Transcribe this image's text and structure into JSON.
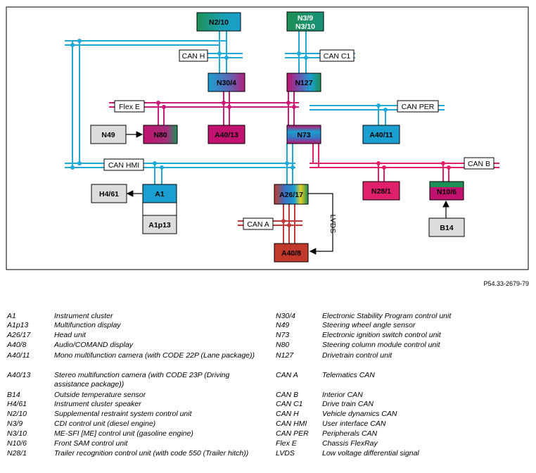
{
  "diagram": {
    "modules": {
      "n2_10": "N2/10",
      "n3_9": "N3/9",
      "n3_10": "N3/10",
      "n30_4": "N30/4",
      "n127": "N127",
      "n49": "N49",
      "n80": "N80",
      "a40_13": "A40/13",
      "n73": "N73",
      "a40_11": "A40/11",
      "h4_61": "H4/61",
      "a1": "A1",
      "a1p13": "A1p13",
      "a26_17": "A26/17",
      "n28_1": "N28/1",
      "n10_6": "N10/6",
      "b14": "B14",
      "a40_8": "A40/8"
    },
    "buses": {
      "can_h": "CAN H",
      "can_c1": "CAN C1",
      "flex_e": "Flex E",
      "can_per": "CAN PER",
      "can_hmi": "CAN HMI",
      "can_b": "CAN B",
      "can_a": "CAN A",
      "lvds": "LVDS"
    },
    "colors": {
      "can_cyan": "#1fa9d6",
      "flex_magenta": "#cc1a7a",
      "can_b_pink": "#e0206a",
      "can_a_red": "#c03a3a",
      "module_green": "#1f8a5a",
      "module_blue": "#1a9fd0",
      "module_magenta": "#c0126e",
      "module_gray": "#dcdcdc",
      "module_red": "#c0392b"
    }
  },
  "reference": "P54.33-2679-79",
  "legend_left": [
    {
      "code": "A1",
      "desc": "Instrument cluster"
    },
    {
      "code": "A1p13",
      "desc": "Multifunction display"
    },
    {
      "code": "A26/17",
      "desc": "Head unit"
    },
    {
      "code": "A40/8",
      "desc": "Audio/COMAND display"
    },
    {
      "code": "A40/11",
      "desc": "Mono multifunction camera (with CODE 22P (Lane package))"
    },
    {
      "code": "A40/13",
      "desc": "Stereo multifunction camera (with CODE 23P (Driving assistance package))"
    },
    {
      "code": "B14",
      "desc": "Outside temperature sensor"
    },
    {
      "code": "H4/61",
      "desc": "Instrument cluster speaker"
    },
    {
      "code": "N2/10",
      "desc": "Supplemental restraint system control unit"
    },
    {
      "code": "N3/9",
      "desc": "CDI control unit (diesel engine)"
    },
    {
      "code": "N3/10",
      "desc": "ME-SFI [ME] control unit (gasoline engine)"
    },
    {
      "code": "N10/6",
      "desc": "Front SAM control unit"
    },
    {
      "code": "N28/1",
      "desc": "Trailer recognition control unit (with code 550 (Trailer hitch))"
    }
  ],
  "legend_right": [
    {
      "code": "N30/4",
      "desc": "Electronic Stability Program control unit"
    },
    {
      "code": "N49",
      "desc": "Steering wheel angle sensor"
    },
    {
      "code": "N73",
      "desc": "Electronic ignition switch control unit"
    },
    {
      "code": "N80",
      "desc": "Steering column module control unit"
    },
    {
      "code": "N127",
      "desc": "Drivetrain control unit"
    },
    {
      "code": "CAN A",
      "desc": "Telematics CAN"
    },
    {
      "code": "CAN B",
      "desc": "Interior CAN"
    },
    {
      "code": "CAN C1",
      "desc": "Drive train CAN"
    },
    {
      "code": "CAN H",
      "desc": "Vehicle dynamics CAN"
    },
    {
      "code": "CAN HMI",
      "desc": "User interface CAN"
    },
    {
      "code": "CAN PER",
      "desc": "Peripherals CAN"
    },
    {
      "code": "Flex E",
      "desc": "Chassis FlexRay"
    },
    {
      "code": "LVDS",
      "desc": "Low voltage differential signal"
    }
  ]
}
